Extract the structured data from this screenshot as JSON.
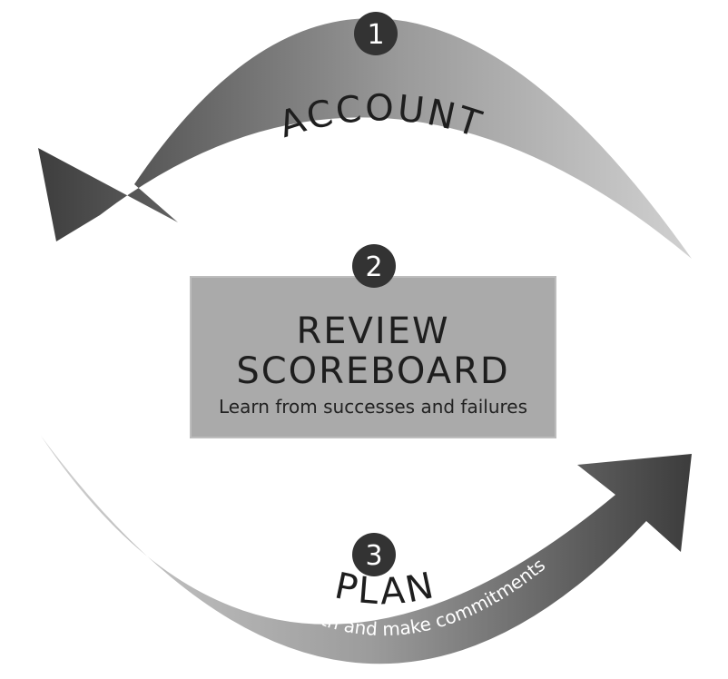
{
  "steps": [
    {
      "number": "1",
      "title": "ACCOUNT",
      "subtitle": "Report on last week’s commitments"
    },
    {
      "number": "2",
      "title_line1": "REVIEW",
      "title_line2": "SCOREBOARD",
      "subtitle": "Learn from successes and failures"
    },
    {
      "number": "3",
      "title": "PLAN",
      "subtitle": "Clear the path and make commitments"
    }
  ],
  "colors": {
    "badge": "#333333",
    "box_fill": "#aaaaaa",
    "box_border": "#bdbdbd",
    "arrow_dark": "#3a3a3a",
    "arrow_light": "#cfcfcf",
    "title_text": "#1e1e1e",
    "subtitle_text": "#ffffff"
  }
}
